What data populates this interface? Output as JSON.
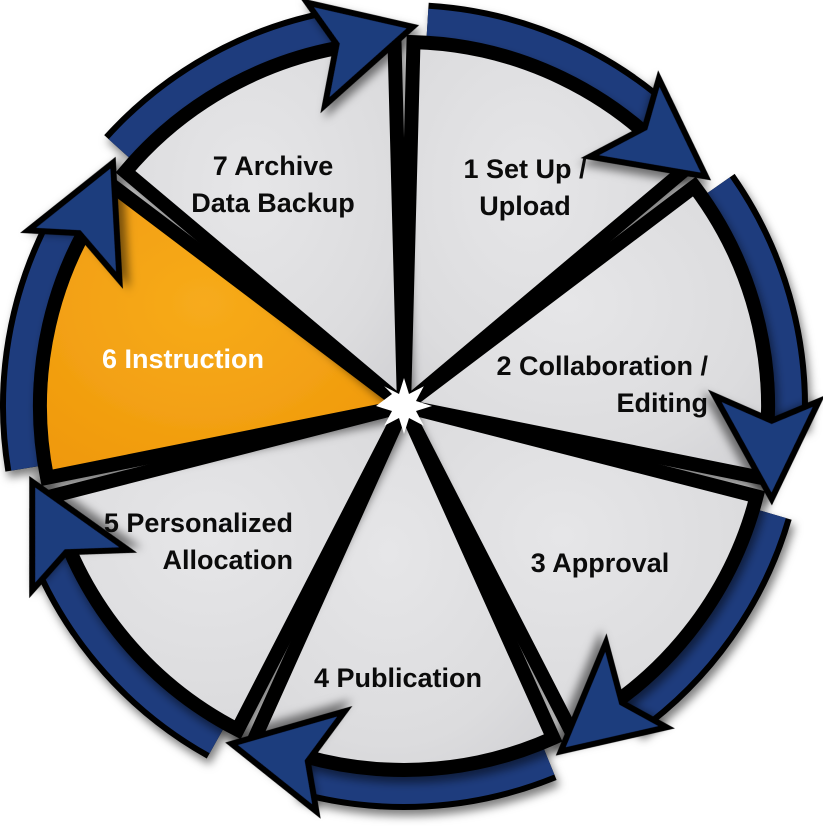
{
  "diagram": {
    "type": "cycle",
    "direction": "clockwise",
    "steps_count": 7,
    "highlighted_step": "6 Instruction",
    "colors": {
      "segment_default": "#dcdcde",
      "segment_highlight": "#f29e10",
      "arrow_blue": "#1e3c7d",
      "outline": "#000000",
      "label_default": "#0b0b0b",
      "label_highlight": "#ffffff"
    },
    "segments": [
      {
        "id": 1,
        "label": "1 Set Up / Upload",
        "lines": [
          "1 Set Up /",
          "Upload"
        ],
        "highlighted": false
      },
      {
        "id": 2,
        "label": "2 Collaboration / Editing",
        "lines": [
          "2 Collaboration /",
          "Editing"
        ],
        "highlighted": false
      },
      {
        "id": 3,
        "label": "3 Approval",
        "lines": [
          "3 Approval"
        ],
        "highlighted": false
      },
      {
        "id": 4,
        "label": "4 Publication",
        "lines": [
          "4 Publication"
        ],
        "highlighted": false
      },
      {
        "id": 5,
        "label": "5 Personalized Allocation",
        "lines": [
          "5 Personalized",
          "Allocation"
        ],
        "highlighted": false
      },
      {
        "id": 6,
        "label": "6 Instruction",
        "lines": [
          "6 Instruction"
        ],
        "highlighted": true
      },
      {
        "id": 7,
        "label": "7 Archive Data Backup",
        "lines": [
          "7 Archive",
          "Data Backup"
        ],
        "highlighted": false
      }
    ]
  }
}
